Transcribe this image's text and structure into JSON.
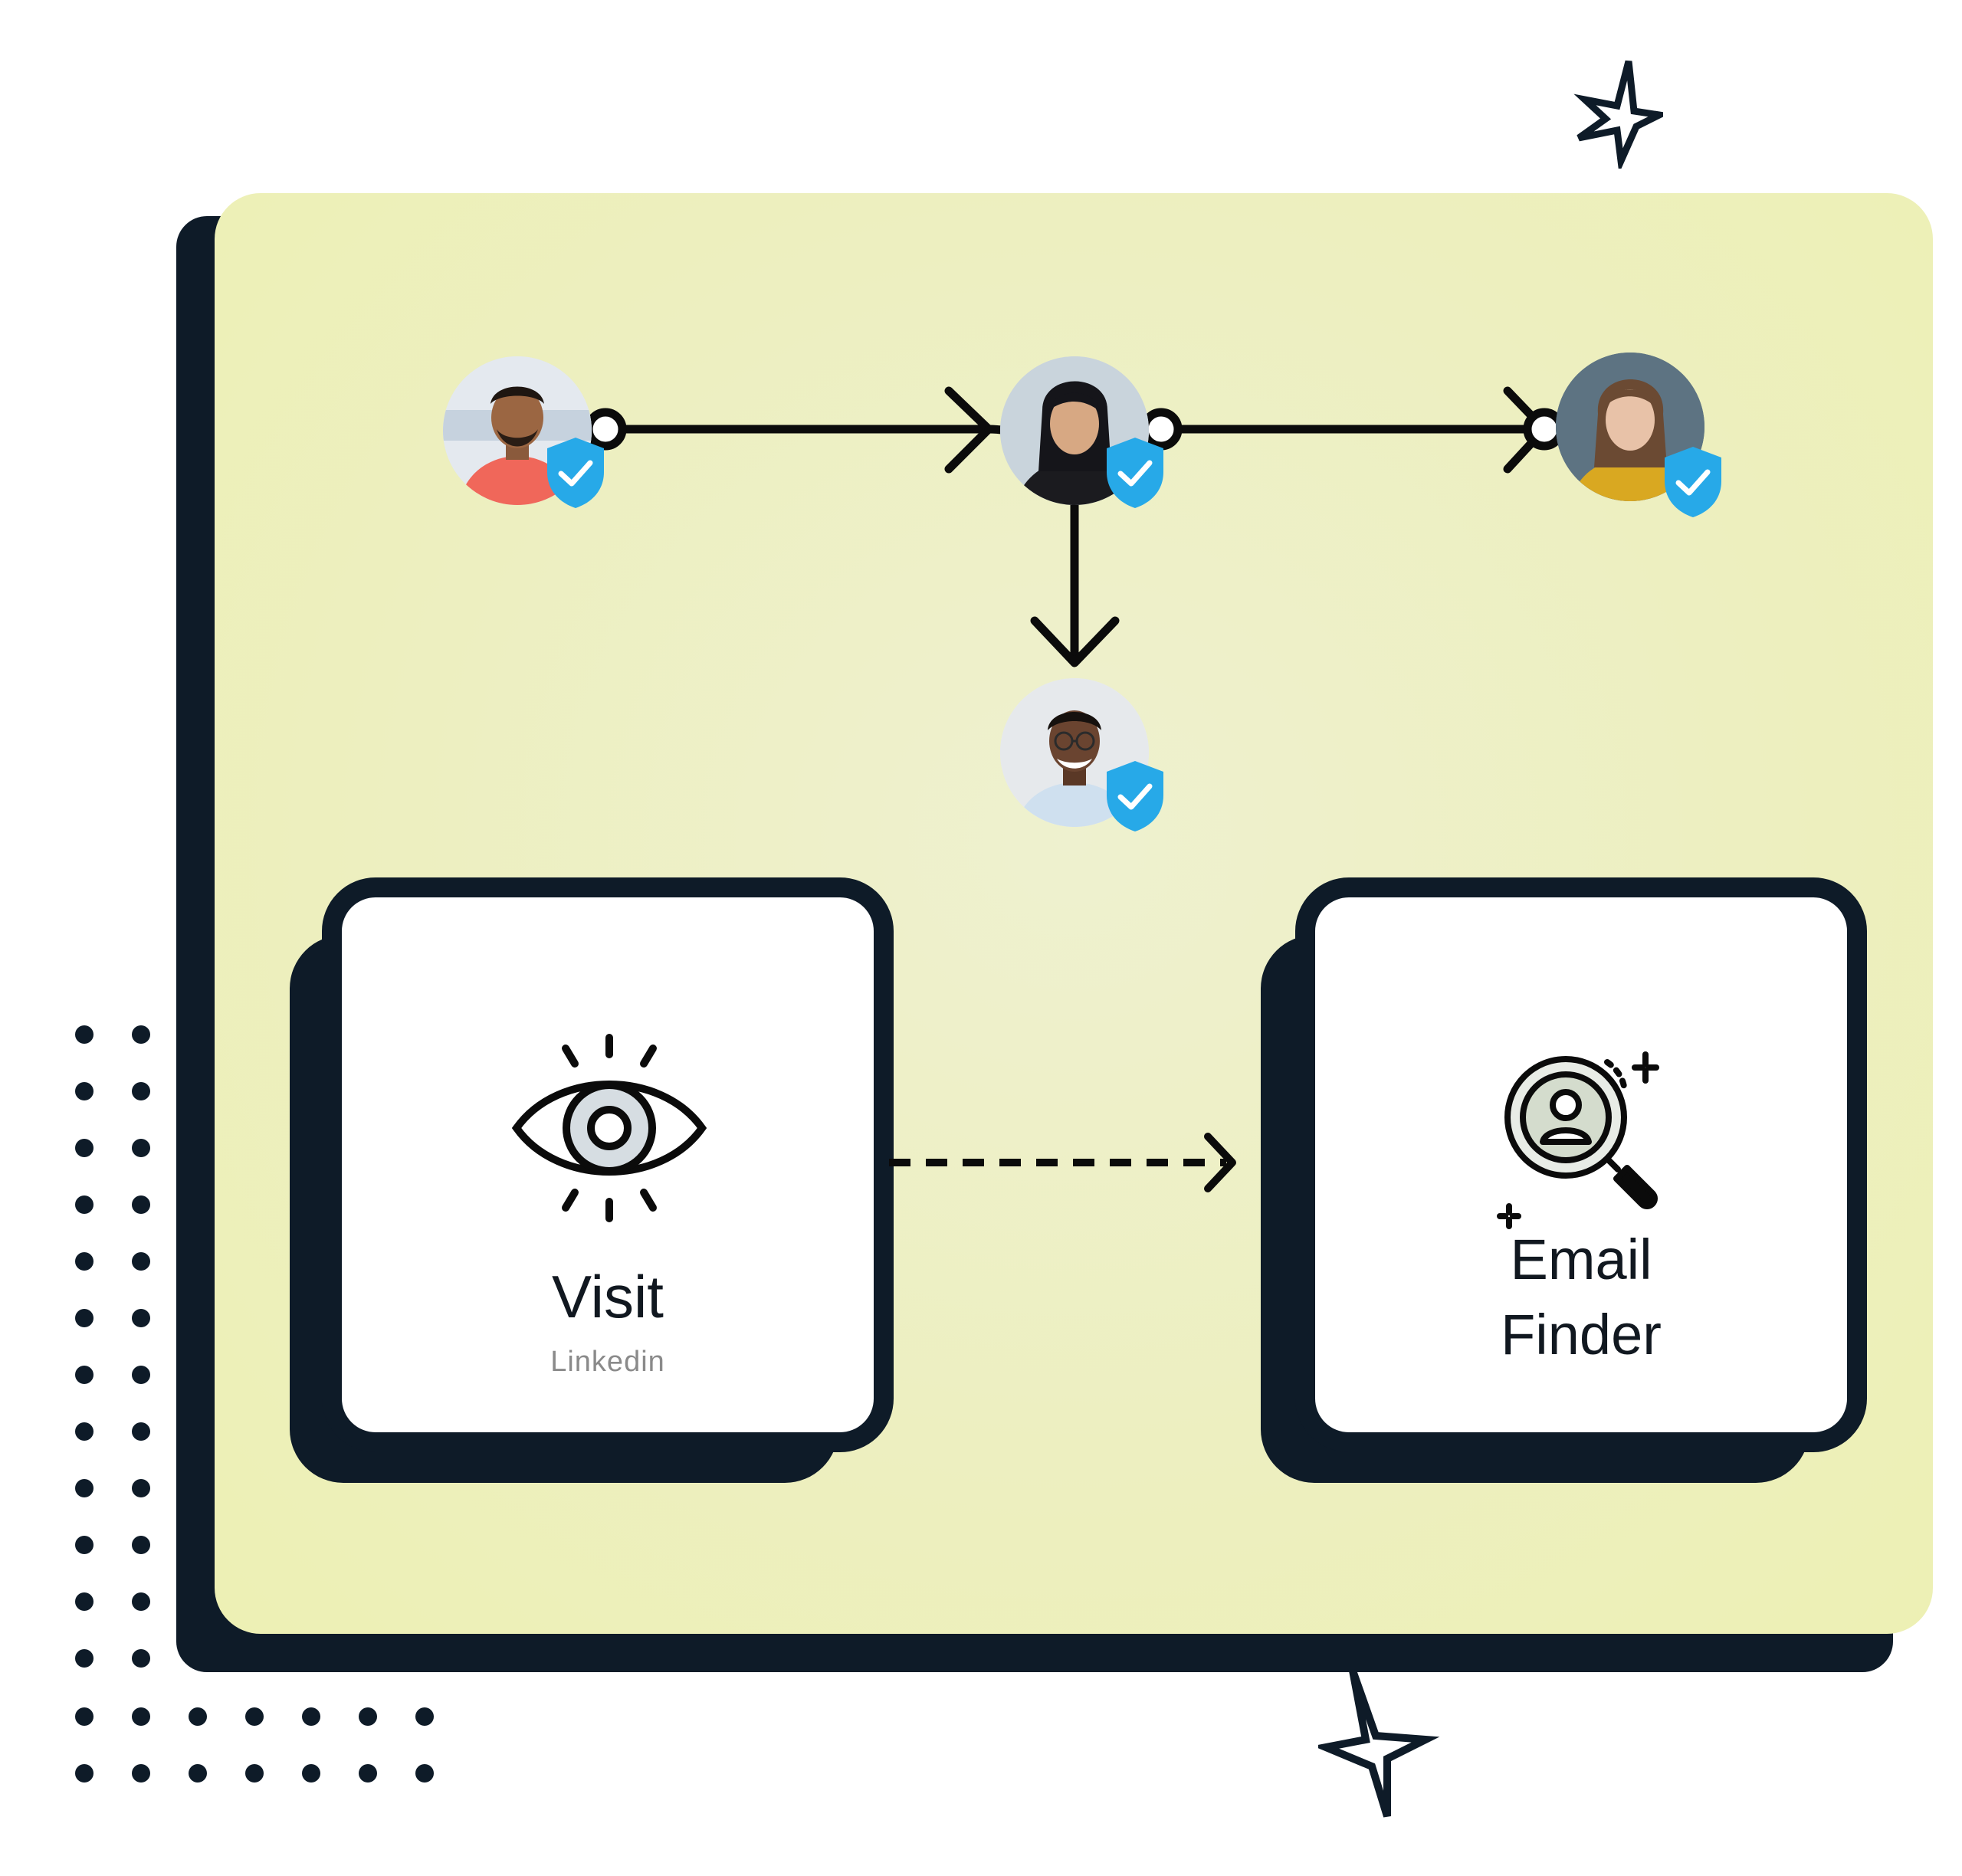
{
  "flow": {
    "nodes": [
      {
        "id": "person-1",
        "verified": true
      },
      {
        "id": "person-2",
        "verified": true
      },
      {
        "id": "person-3",
        "verified": true
      },
      {
        "id": "person-4",
        "verified": true
      }
    ]
  },
  "cards": {
    "visit": {
      "title": "Visit",
      "subtitle": "Linkedin",
      "icon": "eye-icon"
    },
    "email_finder": {
      "title_line1": "Email",
      "title_line2": "Finder",
      "icon": "user-search-icon"
    }
  },
  "colors": {
    "panel": "#edefc0",
    "dark": "#0e1b28",
    "badge": "#27a9e8",
    "card": "#ffffff"
  }
}
